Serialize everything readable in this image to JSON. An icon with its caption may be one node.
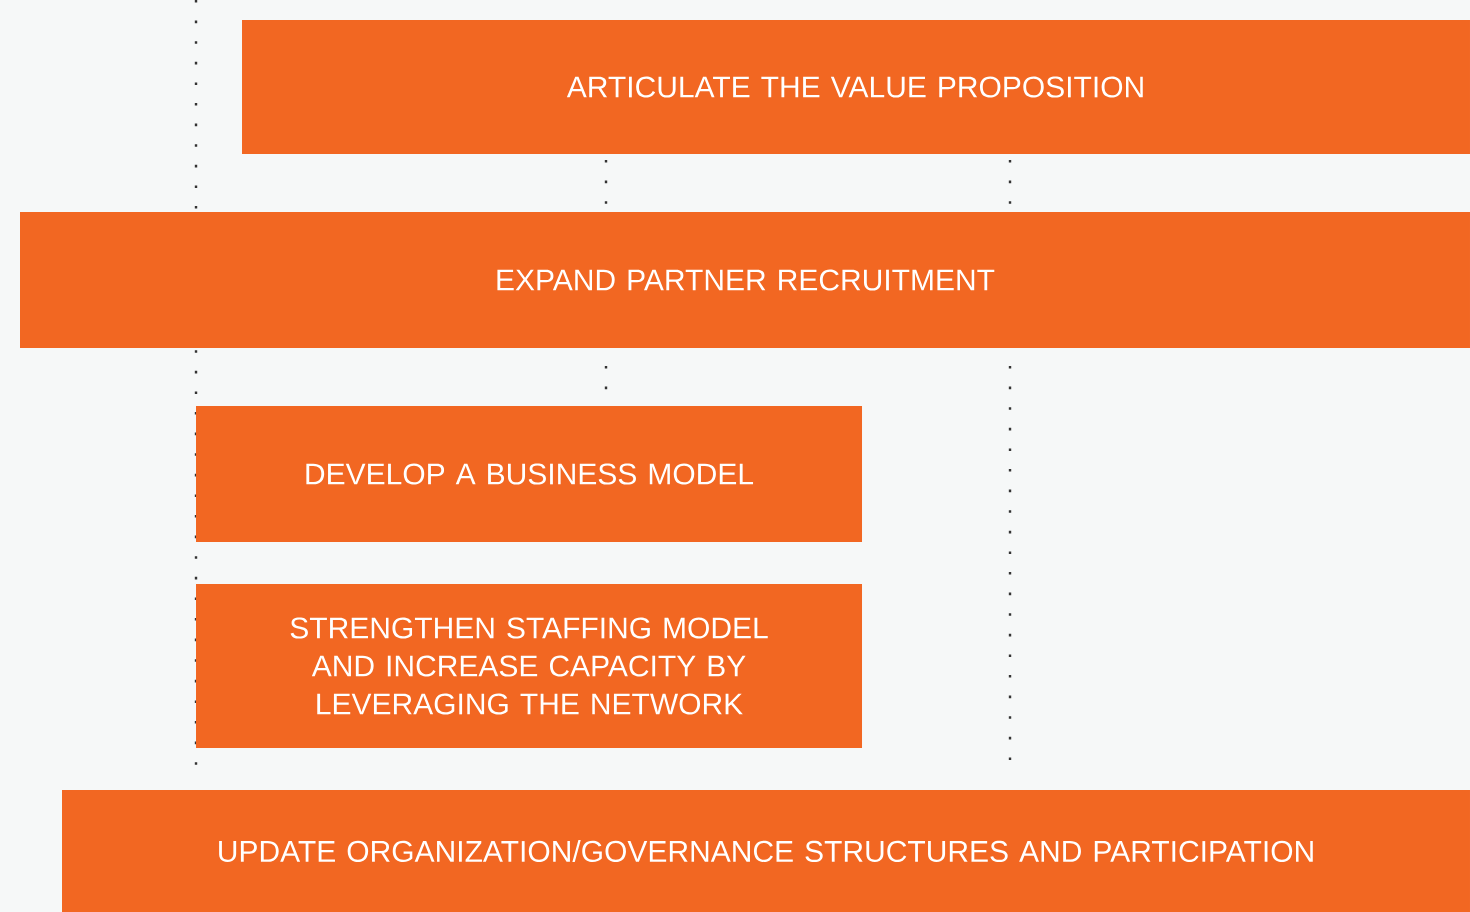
{
  "diagram": {
    "nodes": [
      {
        "text": [
          "ARTICULATE THE VALUE PROPOSITION"
        ]
      },
      {
        "text": [
          "EXPAND PARTNER RECRUITMENT"
        ]
      },
      {
        "text": [
          "DEVELOP A BUSINESS MODEL"
        ]
      },
      {
        "text": [
          "STRENGTHEN STAFFING MODEL AND INCREASE CAPACITY BY LEVERAGING THE NETWORK"
        ]
      },
      {
        "text": [
          "UPDATE ORGANIZATION/GOVERNANCE STRUCTURES AND PARTICIPATION"
        ]
      }
    ]
  }
}
